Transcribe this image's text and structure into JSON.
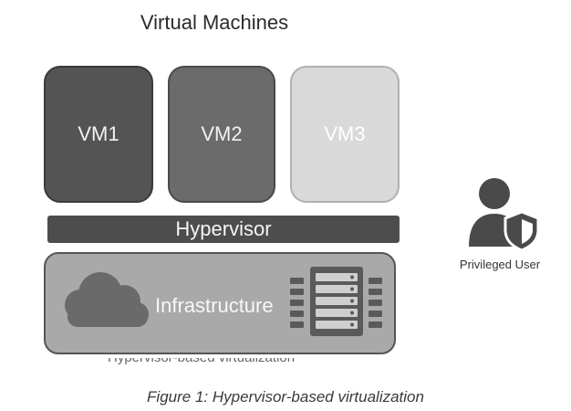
{
  "diagram": {
    "title": "Virtual Machines",
    "vms": [
      {
        "label": "VM1"
      },
      {
        "label": "VM2"
      },
      {
        "label": "VM3"
      }
    ],
    "hypervisor_label": "Hypervisor",
    "infrastructure_label": "Infrastructure",
    "truncated_text": "Hypervisor-based virtualization",
    "user_label": "Privileged User",
    "icons": [
      "cloud-icon",
      "server-rack-icon",
      "privileged-user-icon"
    ]
  },
  "caption": "Figure 1: Hypervisor-based virtualization"
}
